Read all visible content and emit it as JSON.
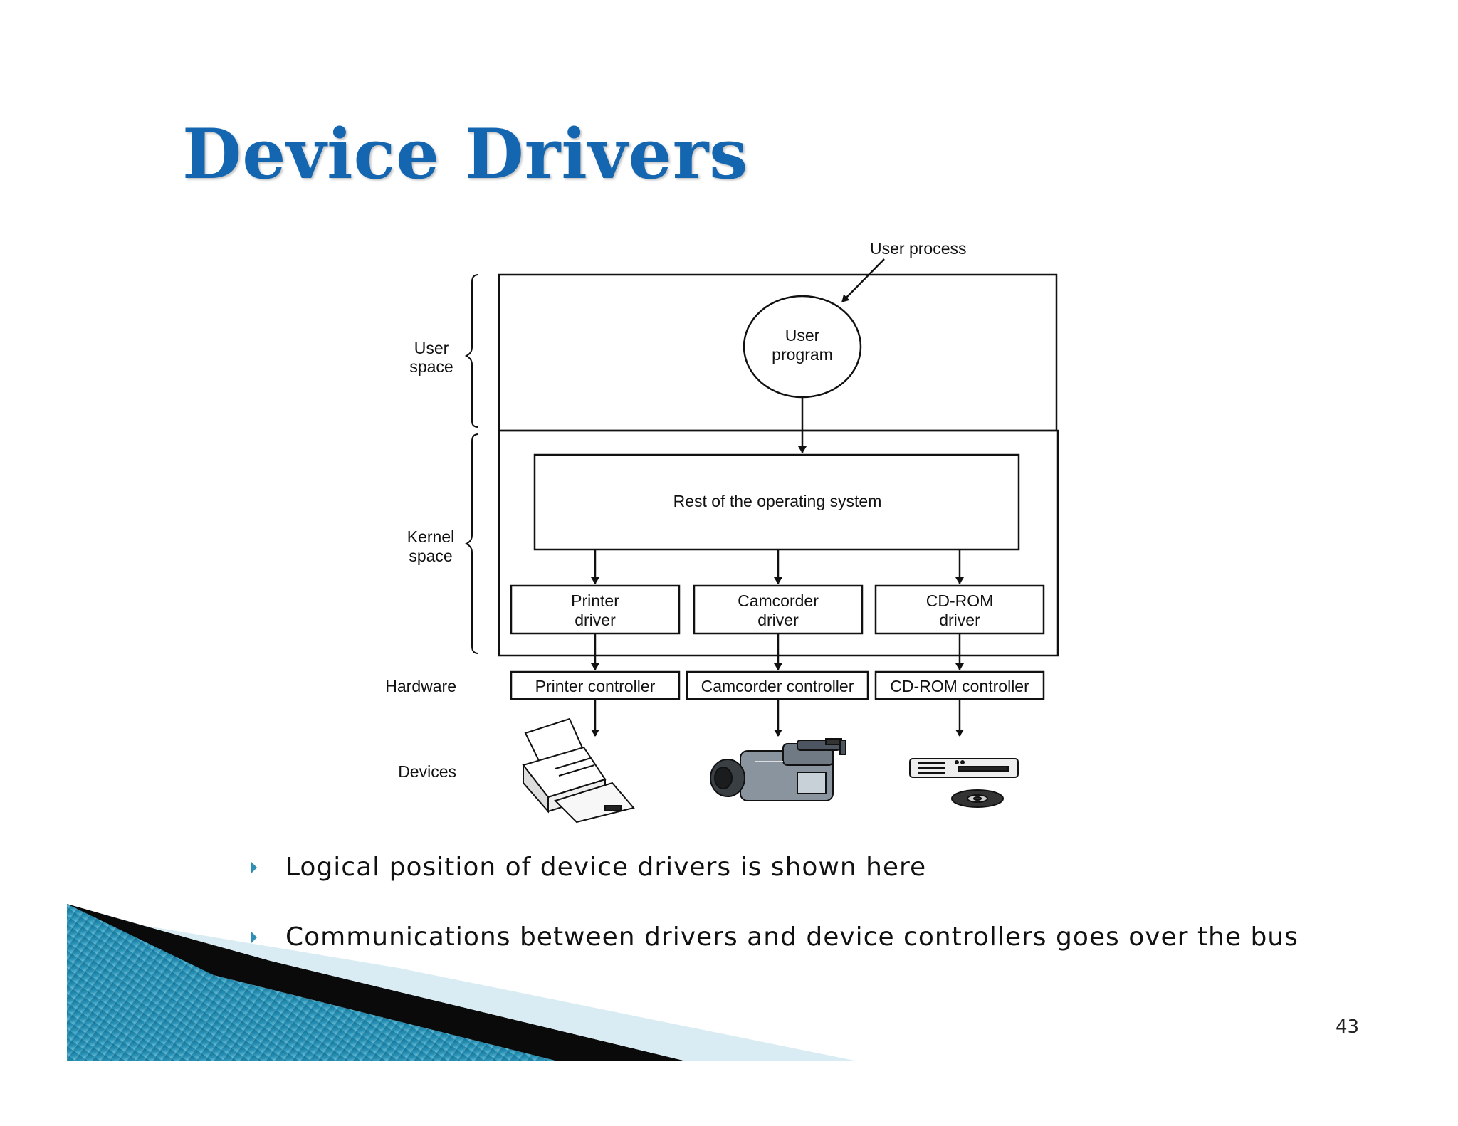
{
  "slide": {
    "title": "Device Drivers",
    "page_number": "43",
    "accent_color": "#1466b0"
  },
  "diagram": {
    "user_process_label": "User process",
    "user_program_label": [
      "User",
      "program"
    ],
    "rest_of_os_label": "Rest of the operating system",
    "layers": {
      "user_space": [
        "User",
        "space"
      ],
      "kernel_space": [
        "Kernel",
        "space"
      ],
      "hardware": "Hardware",
      "devices": "Devices"
    },
    "drivers": [
      {
        "line1": "Printer",
        "line2": "driver",
        "controller": "Printer controller",
        "device_icon": "printer-icon"
      },
      {
        "line1": "Camcorder",
        "line2": "driver",
        "controller": "Camcorder controller",
        "device_icon": "camcorder-icon"
      },
      {
        "line1": "CD-ROM",
        "line2": "driver",
        "controller": "CD-ROM controller",
        "device_icon": "cdrom-drive-icon"
      }
    ]
  },
  "bullets": [
    "Logical position of device drivers is shown here",
    "Communications between drivers and device controllers goes over the bus"
  ]
}
